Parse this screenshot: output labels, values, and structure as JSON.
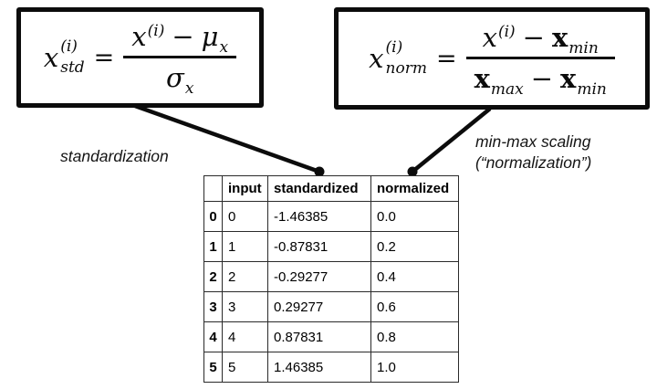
{
  "colors": {
    "ink": "#0c0c0c",
    "table_border": "#2a2a2a",
    "background": "#ffffff"
  },
  "formula_std": {
    "lhs_base": "x",
    "lhs_sup": "(i)",
    "lhs_sub": "std",
    "equals": "=",
    "num_base": "x",
    "num_sup": "(i)",
    "minus": "−",
    "mu": "μ",
    "mu_sub": "x",
    "sigma": "σ",
    "sigma_sub": "x"
  },
  "formula_norm": {
    "lhs_base": "x",
    "lhs_sup": "(i)",
    "lhs_sub": "norm",
    "equals": "=",
    "num_base": "x",
    "num_sup": "(i)",
    "num_minus": "−",
    "num_min_base": "x",
    "num_min_sub": "min",
    "den_max_base": "x",
    "den_max_sub": "max",
    "den_minus": "−",
    "den_min_base": "x",
    "den_min_sub": "min"
  },
  "labels": {
    "standardization": "standardization",
    "minmax_line1": "min-max scaling",
    "minmax_line2": "(“normalization”)"
  },
  "table": {
    "headers": [
      "",
      "input",
      "standardized",
      "normalized"
    ],
    "rows": [
      {
        "index": "0",
        "input": "0",
        "standardized": "-1.46385",
        "normalized": "0.0"
      },
      {
        "index": "1",
        "input": "1",
        "standardized": "-0.87831",
        "normalized": "0.2"
      },
      {
        "index": "2",
        "input": "2",
        "standardized": "-0.29277",
        "normalized": "0.4"
      },
      {
        "index": "3",
        "input": "3",
        "standardized": "0.29277",
        "normalized": "0.6"
      },
      {
        "index": "4",
        "input": "4",
        "standardized": "0.87831",
        "normalized": "0.8"
      },
      {
        "index": "5",
        "input": "5",
        "standardized": "1.46385",
        "normalized": "1.0"
      }
    ]
  }
}
